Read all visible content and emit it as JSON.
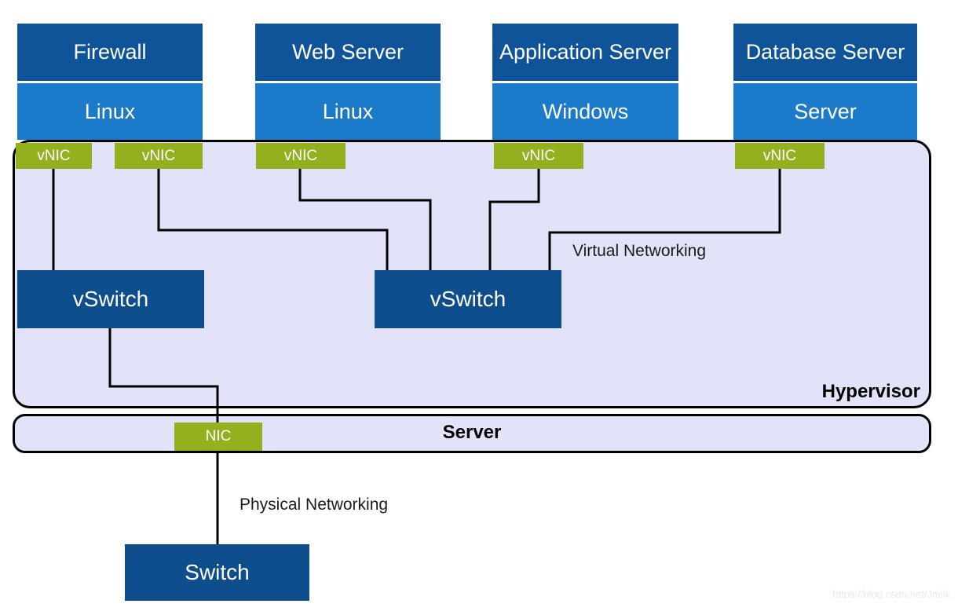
{
  "colors": {
    "vm_header_blue": "#0F5499",
    "vm_os_blue": "#1B7AC9",
    "nic_green": "#93B11F",
    "hypervisor_lavender": "#E2E2F9",
    "switch_blue": "#0E4E8C",
    "line_black": "#000000",
    "watermark_gray": "#E9E9E9"
  },
  "vms": [
    {
      "name": "Firewall",
      "os": "Linux",
      "vnics": [
        "vNIC",
        "vNIC"
      ]
    },
    {
      "name": "Web Server",
      "os": "Linux",
      "vnics": [
        "vNIC"
      ]
    },
    {
      "name": "Application Server",
      "os": "Windows",
      "vnics": [
        "vNIC"
      ]
    },
    {
      "name": "Database Server",
      "os": "Server",
      "vnics": [
        "vNIC"
      ]
    }
  ],
  "hypervisor": {
    "label": "Hypervisor",
    "virtual_networking_label": "Virtual Networking",
    "vswitches": [
      {
        "label": "vSwitch"
      },
      {
        "label": "vSwitch"
      }
    ]
  },
  "server": {
    "label": "Server",
    "nic_label": "NIC"
  },
  "physical": {
    "networking_label": "Physical Networking",
    "switch_label": "Switch"
  },
  "watermark": "https://blog.csdn.net/Jmilk"
}
